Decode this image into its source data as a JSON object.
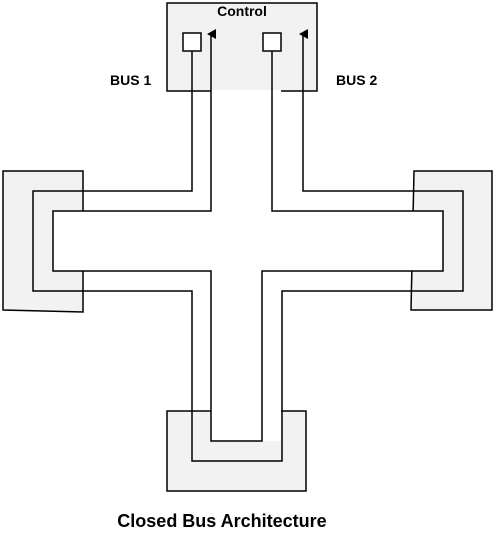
{
  "diagram": {
    "control_label": "Control",
    "bus1_label": "BUS 1",
    "bus2_label": "BUS 2",
    "caption": "Closed Bus Architecture"
  },
  "colors": {
    "stroke": "#000000",
    "module_fill": "#f2f2f2",
    "background": "#ffffff"
  }
}
